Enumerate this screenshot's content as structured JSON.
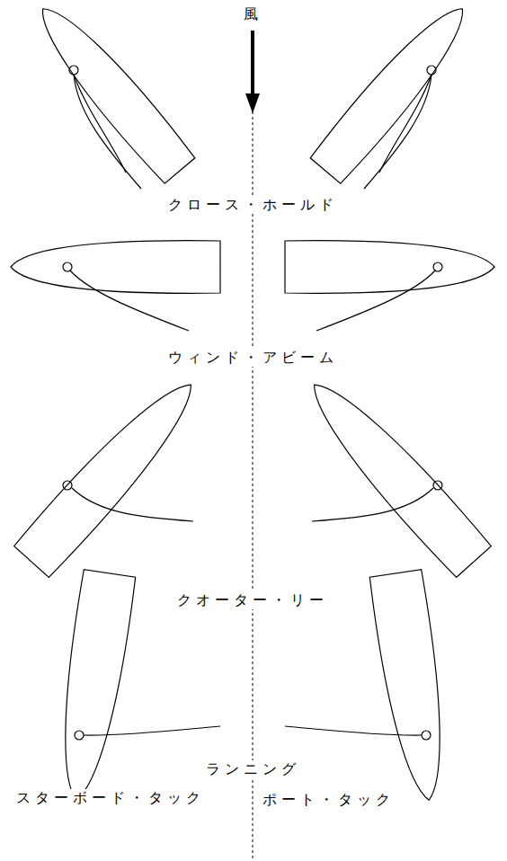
{
  "diagram": {
    "labels": [
      "風",
      "クロース・ホールド",
      "ウィンド・アビーム",
      "クオーター・リー",
      "ランニング",
      "スターボード・タック",
      "ポート・タック"
    ]
  }
}
